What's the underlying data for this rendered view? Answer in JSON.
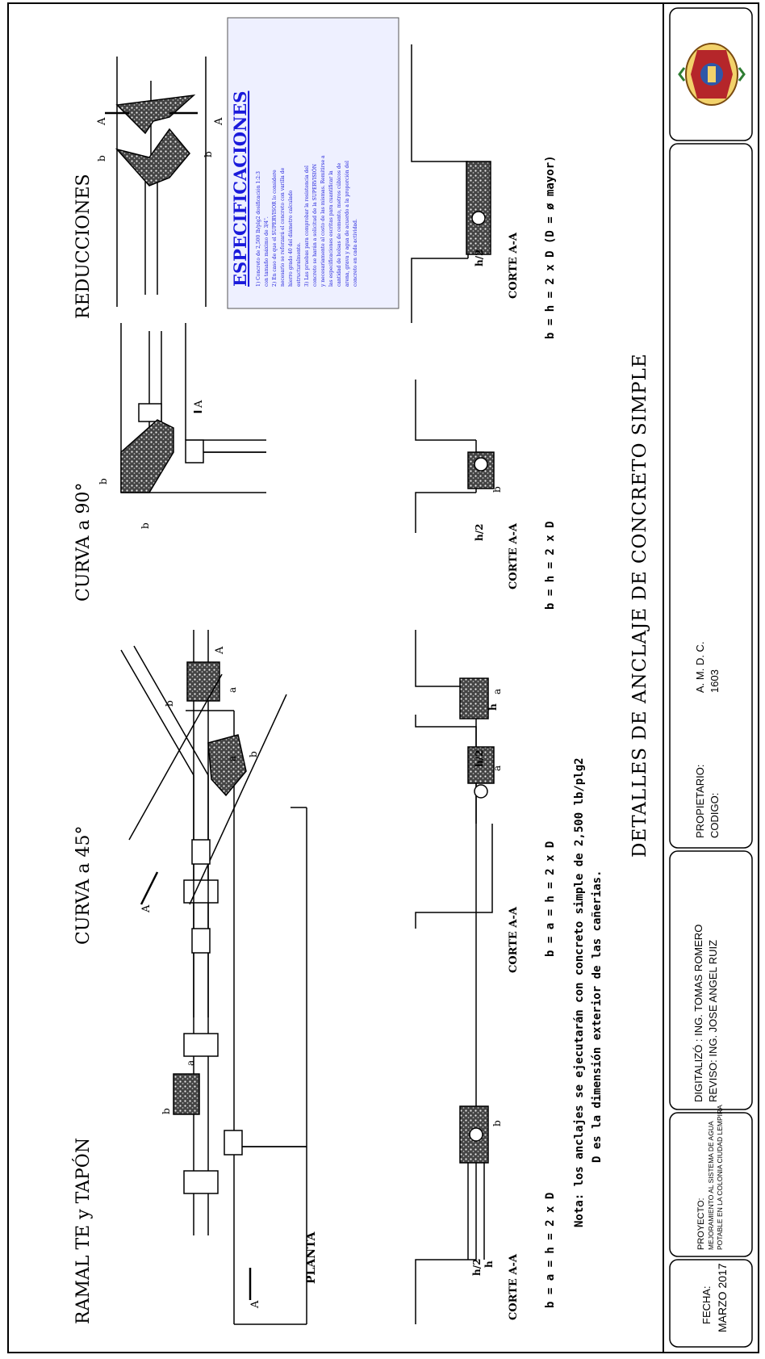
{
  "sections": {
    "ramal": "RAMAL  TE  y  TAPÓN",
    "curva45": "CURVA  a  45°",
    "curva90": "CURVA  a  90°",
    "reducciones": "REDUCCIONES",
    "planta": "PLANTA"
  },
  "corte_label": "CORTE  A-A",
  "formulas": {
    "ramal": "b  =  a  =  h  =  2  x  D",
    "curva45": "b  =  a  =  h  =  2  x  D",
    "curva90": "b   =   h  =  2  x  D",
    "reducciones": "b  =   h  =  2  x  D  (D  =  ø  mayor)"
  },
  "dims": {
    "a": "a",
    "b": "b",
    "h": "h",
    "h2": "h/2",
    "section_mark": "A"
  },
  "notes": {
    "line1": "Nota: los anclajes se ejecutarán con concreto simple de 2,500 lb/plg2",
    "line2": "D es la dimensión exterior de las cañerias."
  },
  "main_title": "DETALLES  DE  ANCLAJE  DE  CONCRETO  SIMPLE",
  "specifications": {
    "title": "ESPECIFICACIONES",
    "lines": [
      "1) Concreto de 2,500 lb/plg2  dosificación 1:2:3",
      "con tamaño máximo de 3/4\".",
      "2) En caso de que el SUPERVISOR lo considere",
      "necesario se reforzará el concreto con varilla de",
      "hierro grado 40 del diámetro calculado",
      "estructuralmente.",
      "3) Las pruebas para comprobar la resistencia del",
      "concreto se harán a solicitud de la SUPERVISIÓN",
      "y necesariamente al costo de las mismas. Remitirse a",
      "las especificaciones escritas para cuantificar la",
      "cantidad de bolsas de cemento, metros cúbicos de",
      "arena, grava y agua de acuerdo a la proporción del",
      "concreto en cada actividad."
    ]
  },
  "title_block": {
    "fecha_label": "FECHA:",
    "fecha_value": "MARZO  2017",
    "proyecto_label": "PROYECTO:",
    "proyecto_line1": "MEJORAMIENTO AL SISTEMA DE AGUA",
    "proyecto_line2": "POTABLE EN LA COLONIA CIUDAD LEMPIRA",
    "digitalizo": "DIGITALIZÓ  :  ING.  TOMAS  ROMERO",
    "reviso": "REVISO: ING.  JOSE  ANGEL  RUIZ",
    "propietario_label": "PROPIETARIO:",
    "propietario_value": "A.  M.  D.  C.",
    "codigo_label": "CODIGO:",
    "codigo_value": "1603"
  }
}
